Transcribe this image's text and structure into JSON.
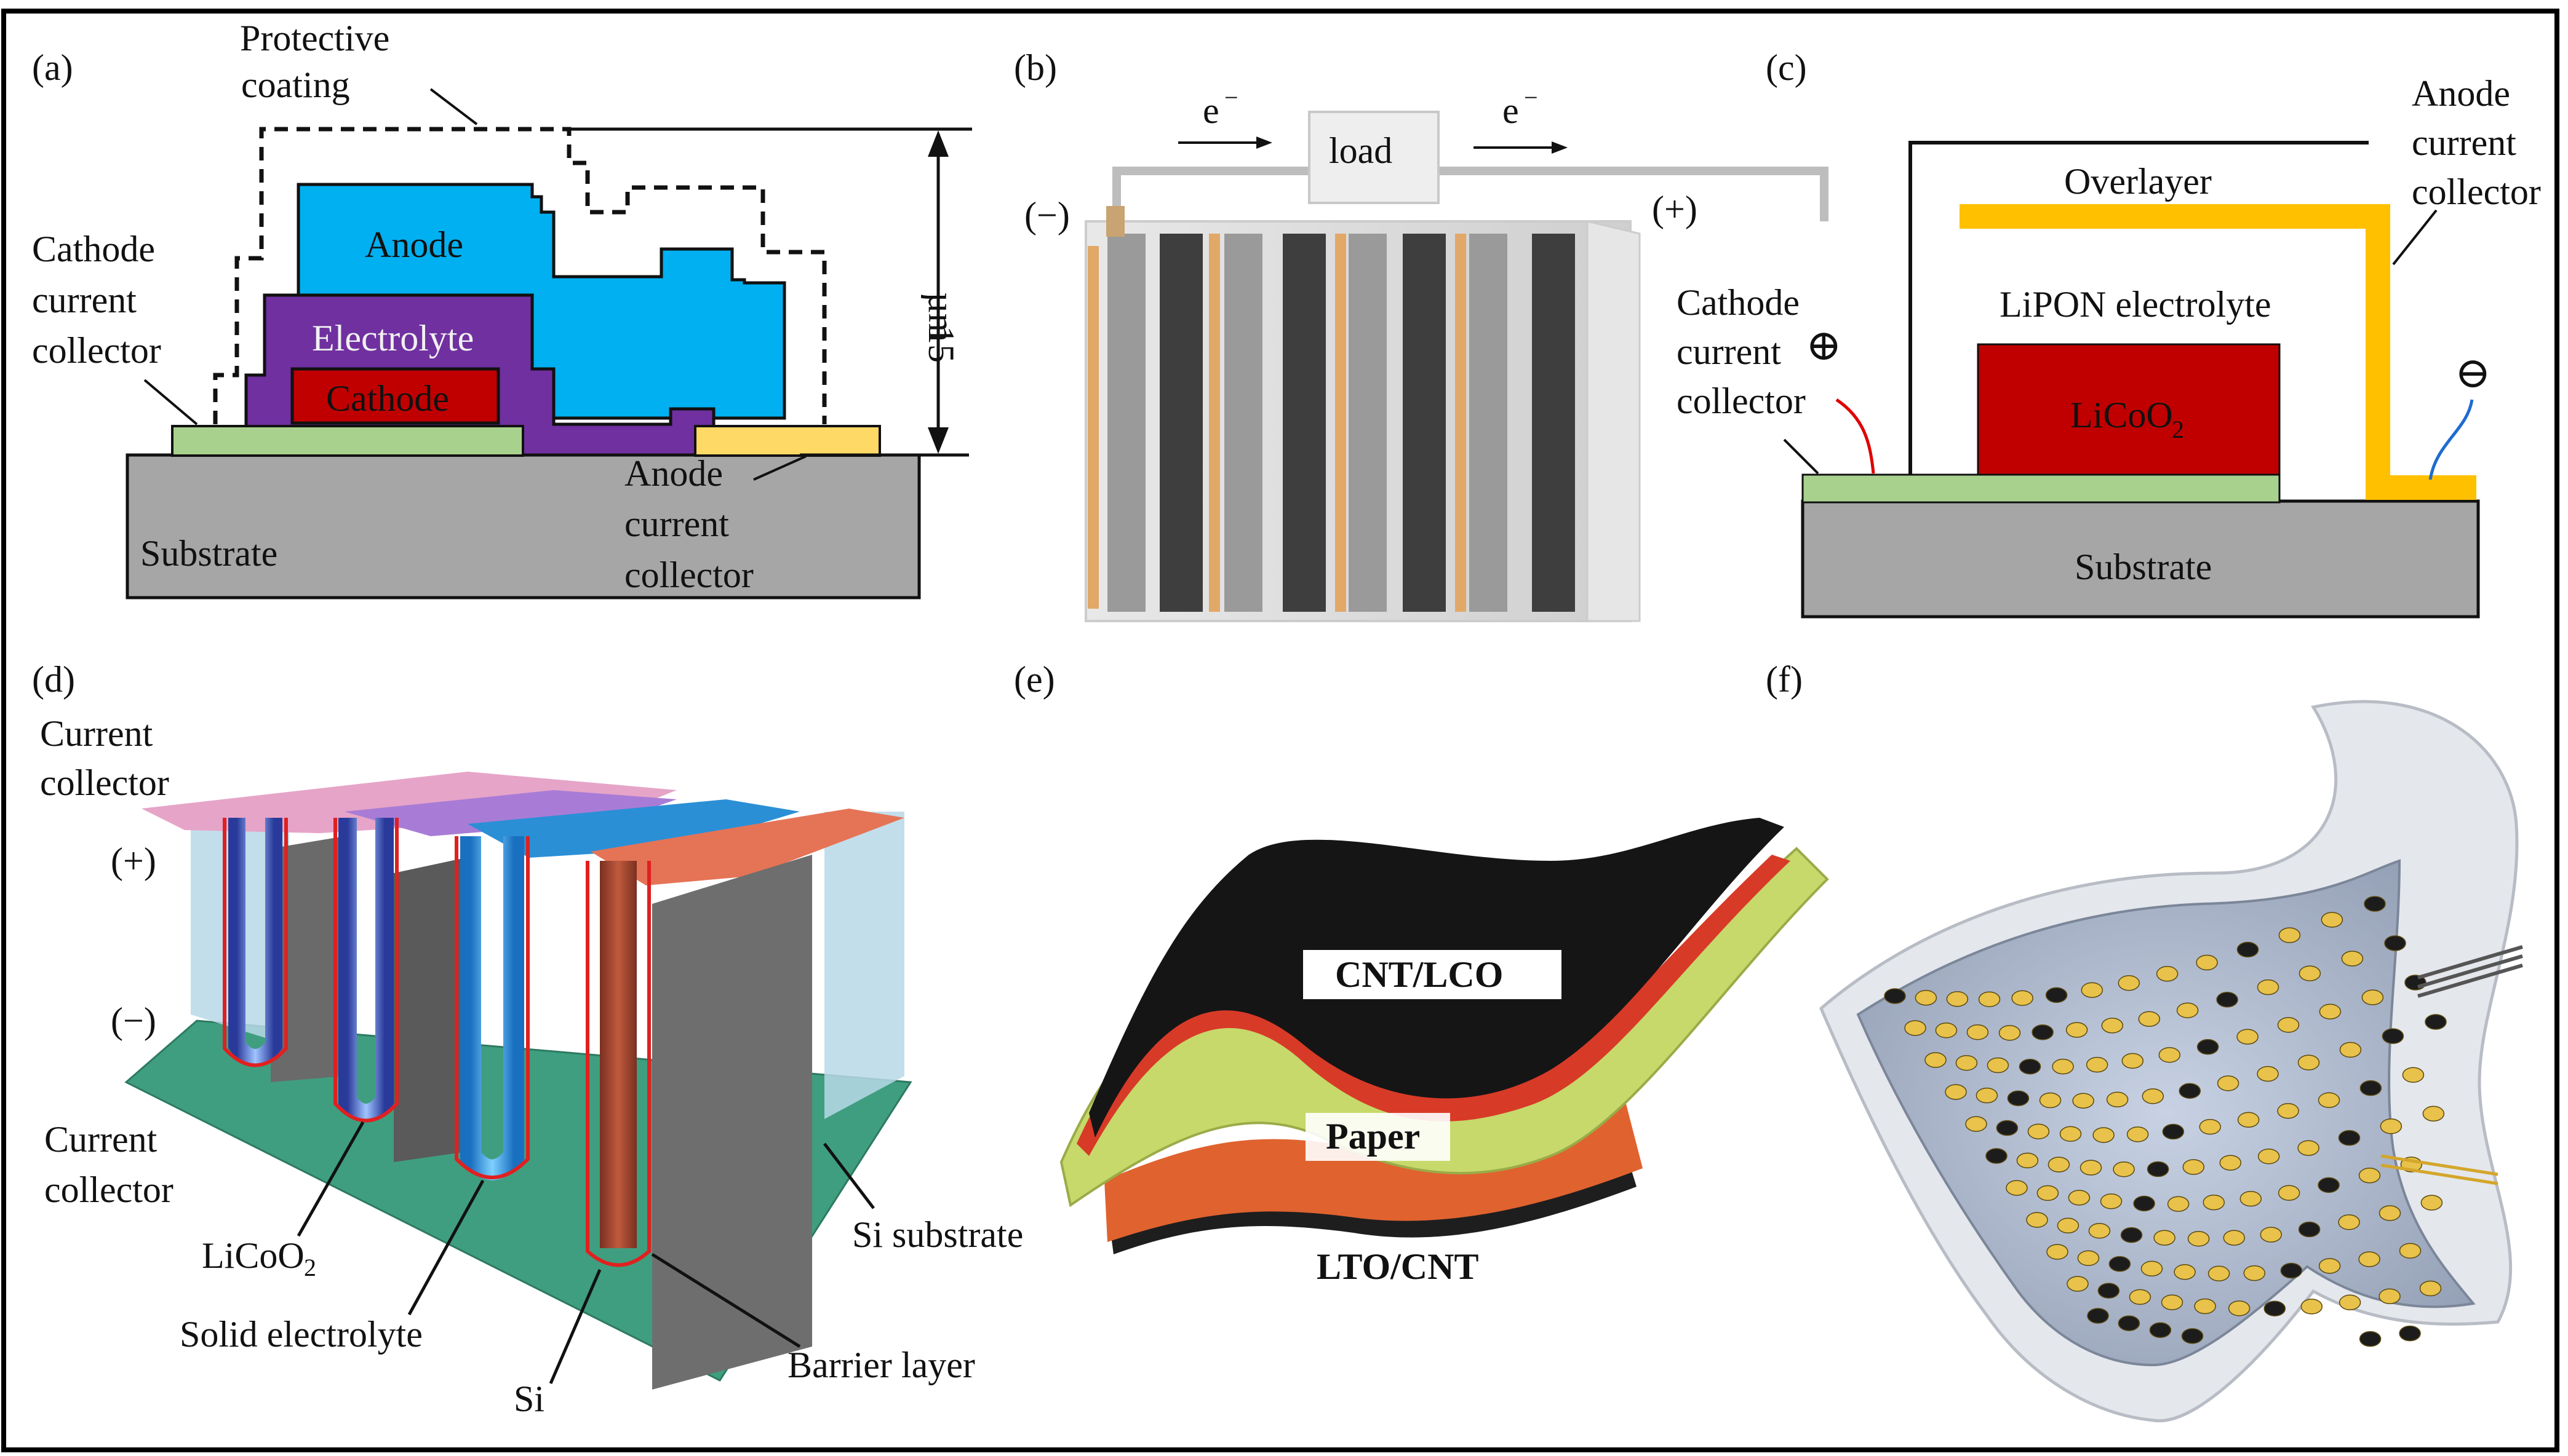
{
  "panels": {
    "a": {
      "letter": "(a)",
      "protective_coating": [
        "Protective",
        "coating"
      ],
      "anode": "Anode",
      "electrolyte": "Electrolyte",
      "cathode": "Cathode",
      "cathode_current_collector": [
        "Cathode",
        "current",
        "collector"
      ],
      "anode_current_collector": [
        "Anode",
        "current",
        "collector"
      ],
      "substrate": "Substrate",
      "thickness_value": "15",
      "thickness_unit": "µm"
    },
    "b": {
      "letter": "(b)",
      "electron_left": "e",
      "electron_right": "e",
      "minus_sup": "−",
      "load": "load",
      "negative": "(−)",
      "positive": "(+)"
    },
    "c": {
      "letter": "(c)",
      "overlayer": "Overlayer",
      "anode_current_collector": [
        "Anode",
        "current",
        "collector"
      ],
      "cathode_current_collector": [
        "Cathode",
        "current",
        "collector"
      ],
      "electrolyte": "LiPON electrolyte",
      "licoo2_main": "LiCoO",
      "licoo2_sub": "2",
      "substrate": "Substrate",
      "plus_symbol": "⊕",
      "minus_symbol": "⊖"
    },
    "d": {
      "letter": "(d)",
      "current_collector_top": [
        "Current",
        "collector"
      ],
      "plus": "(+)",
      "minus": "(−)",
      "current_collector_bottom": [
        "Current",
        "collector"
      ],
      "licoo2_main": "LiCoO",
      "licoo2_sub": "2",
      "solid_electrolyte": "Solid electrolyte",
      "si": "Si",
      "si_substrate": "Si substrate",
      "barrier_layer": "Barrier layer"
    },
    "e": {
      "letter": "(e)",
      "cnt_lco": "CNT/LCO",
      "paper": "Paper",
      "lto_cnt": "LTO/CNT"
    },
    "f": {
      "letter": "(f)"
    }
  },
  "colors": {
    "anode": "#00b0f0",
    "electrolyte": "#7030a0",
    "cathode": "#c00000",
    "cathode_collector": "#a9d18e",
    "anode_collector": "#ffd966",
    "substrate": "#a6a6a6",
    "overlayer": "#ffc000",
    "licoo2": "#c00000"
  }
}
